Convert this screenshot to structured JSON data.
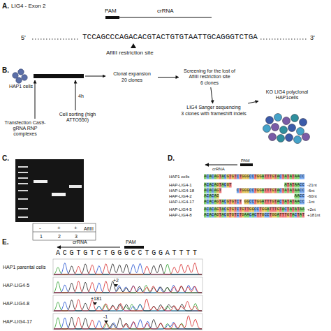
{
  "diagram": {
    "nodes": [
      {
        "text": [
          "HAP1 cells"
        ]
      },
      {
        "text": [
          "Transfection Cas9-gRNA RNP complexes"
        ]
      },
      {
        "text": [
          "Cell sorting (high ATTO550)"
        ]
      },
      {
        "text": [
          "Clonal expansion",
          "20 clones"
        ]
      },
      {
        "text": [
          "Screening for the lost of AflIII restriction site",
          "6 clones"
        ]
      },
      {
        "text": [
          "LIG4 Sanger sequencing",
          "3 clones with frameshift indels"
        ]
      },
      {
        "text": [
          "KO LIG4 polyclonal HAP1cells"
        ]
      }
    ],
    "edges": [
      {
        "from": 3,
        "to": 4,
        "arrow": "to"
      },
      {
        "from": 4,
        "to": 5,
        "arrow": "to"
      },
      {
        "from": 5,
        "to": 6,
        "arrow": "to"
      }
    ],
    "labels": [
      "A.",
      "LIG4 - Exon 2",
      "PAM",
      "crRNA",
      "5'",
      "TCCAGCCCAGACACGTACTGTGTAATTGCAGGGTCTGA",
      "3'",
      "AflIII restriction site",
      "B.",
      "4h",
      "C.",
      "-",
      "+",
      "+",
      "AflIII",
      "1",
      "2",
      "3",
      "D.",
      "crRNA",
      "PAM",
      "HAP1 cells",
      "ACACAGTACGTGTCTGGGCCTGGATTTGTACTATATAACC",
      "HAP-LIG4-1",
      "ACACAGTACGT                     ATATAACC",
      "-21nt",
      "HAP-LIG4-18",
      "ACACAGT      CTGGGCCTGGATTTGTACTATATAACC",
      "-6nt",
      "HAP-LIG4-2",
      "ACACAG                              AACC",
      "-60nt",
      "HAP-LIG4-17",
      "ACACAGTACGTGTCT GGCCTGGATTTGTACTATATAACC",
      "-1nt",
      "HAP-LIG4-5",
      "ACACAGTACGTGTCTGTTGGCCTGGATTTGTACTATATAA",
      "+2nt",
      "HAP-LIG4-8",
      "ACACAGTACGTGTCTGAACACTTGCCTGGATTTGTACTAT",
      "+181nt",
      "E.",
      "crRNA",
      "PAM",
      "ACGTGTCTGGGCCTGGATTTT",
      "HAP1 parental cells",
      "HAP-LIG4-5",
      "+2",
      "HAP-LIG4-8",
      "+181",
      "HAP-LIG4-17",
      "-1"
    ]
  }
}
